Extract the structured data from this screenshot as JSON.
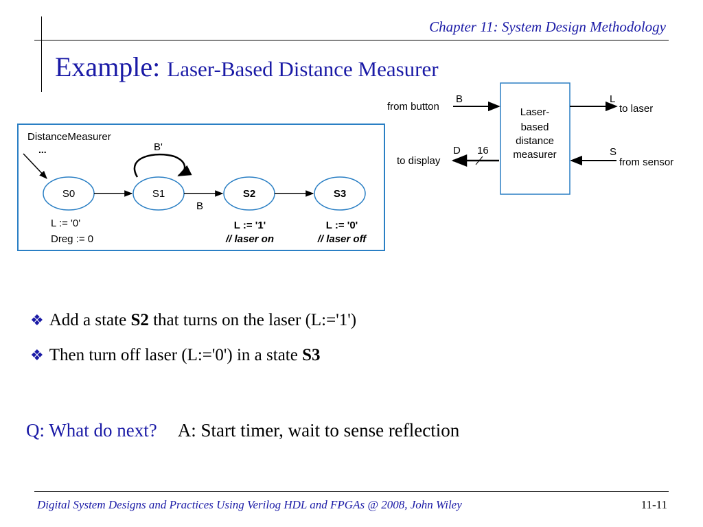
{
  "header": {
    "chapter": "Chapter 11: System Design Methodology",
    "title_main": "Example: ",
    "title_sub": "Laser-Based Distance Measurer"
  },
  "block_diagram": {
    "box_label_lines": [
      "Laser-",
      "based",
      "distance",
      "measurer"
    ],
    "input_B_port": "B",
    "input_B_label": "from button",
    "output_L_port": "L",
    "output_L_label": "to laser",
    "output_D_port": "D",
    "output_D_width": "16",
    "output_D_label": "to display",
    "input_S_port": "S",
    "input_S_label": "from sensor"
  },
  "fsm": {
    "name": "DistanceMeasurer",
    "ellipsis": "...",
    "states": [
      {
        "id": "S0",
        "bold": false
      },
      {
        "id": "S1",
        "bold": false
      },
      {
        "id": "S2",
        "bold": true
      },
      {
        "id": "S3",
        "bold": true
      }
    ],
    "self_loop_label": "B'",
    "transition_label_B": "B",
    "actions": {
      "S0": [
        "L := '0'",
        "Dreg := 0"
      ],
      "S2": [
        "L := '1'",
        "// laser on"
      ],
      "S3": [
        "L := '0'",
        "// laser off"
      ]
    }
  },
  "bullets": [
    {
      "pre": "Add a state ",
      "bold": "S2",
      "post": " that turns on the laser (L:='1')"
    },
    {
      "pre": "Then turn off laser (L:='0') in a state ",
      "bold": "S3",
      "post": ""
    }
  ],
  "qa": {
    "question": "Q: What do next?",
    "answer": "A: Start timer, wait to sense reflection"
  },
  "footer": {
    "left": "Digital System Designs and Practices Using Verilog HDL and FPGAs @ 2008, John Wiley",
    "right": "11-11"
  },
  "colors": {
    "accent": "#1a1aa6",
    "box_border": "#2a7fc4"
  }
}
